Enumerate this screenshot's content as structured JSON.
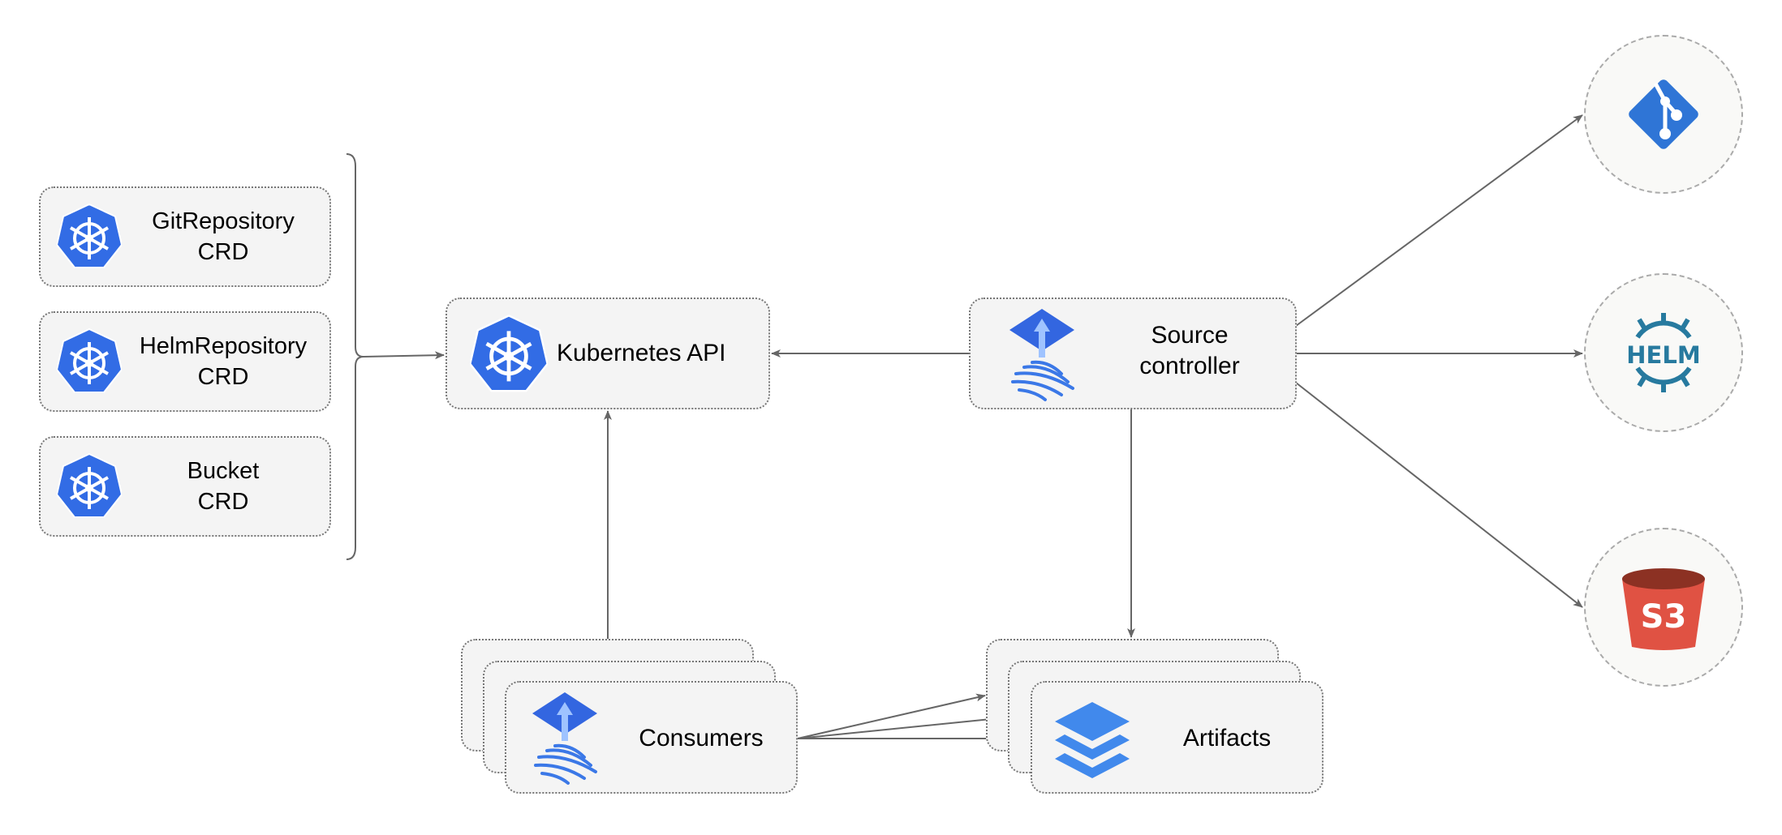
{
  "crds": [
    {
      "name": "GitRepository",
      "kind": "CRD"
    },
    {
      "name": "HelmRepository",
      "kind": "CRD"
    },
    {
      "name": "Bucket",
      "kind": "CRD"
    }
  ],
  "kubernetes_api": {
    "label": "Kubernetes API"
  },
  "source_controller": {
    "line1": "Source",
    "line2": "controller"
  },
  "consumers": {
    "label": "Consumers"
  },
  "artifacts": {
    "label": "Artifacts"
  },
  "sources": [
    {
      "icon": "git-icon"
    },
    {
      "icon": "helm-icon",
      "text": "HELM"
    },
    {
      "icon": "s3-bucket-icon",
      "text": "S3"
    }
  ],
  "colors": {
    "kubernetes": "#326ce5",
    "flux": "#3b78e7",
    "helm": "#277a9f",
    "s3": "#e05243",
    "s3_dark": "#8c3123",
    "git": "#2f75d6",
    "arrow": "#666666"
  }
}
